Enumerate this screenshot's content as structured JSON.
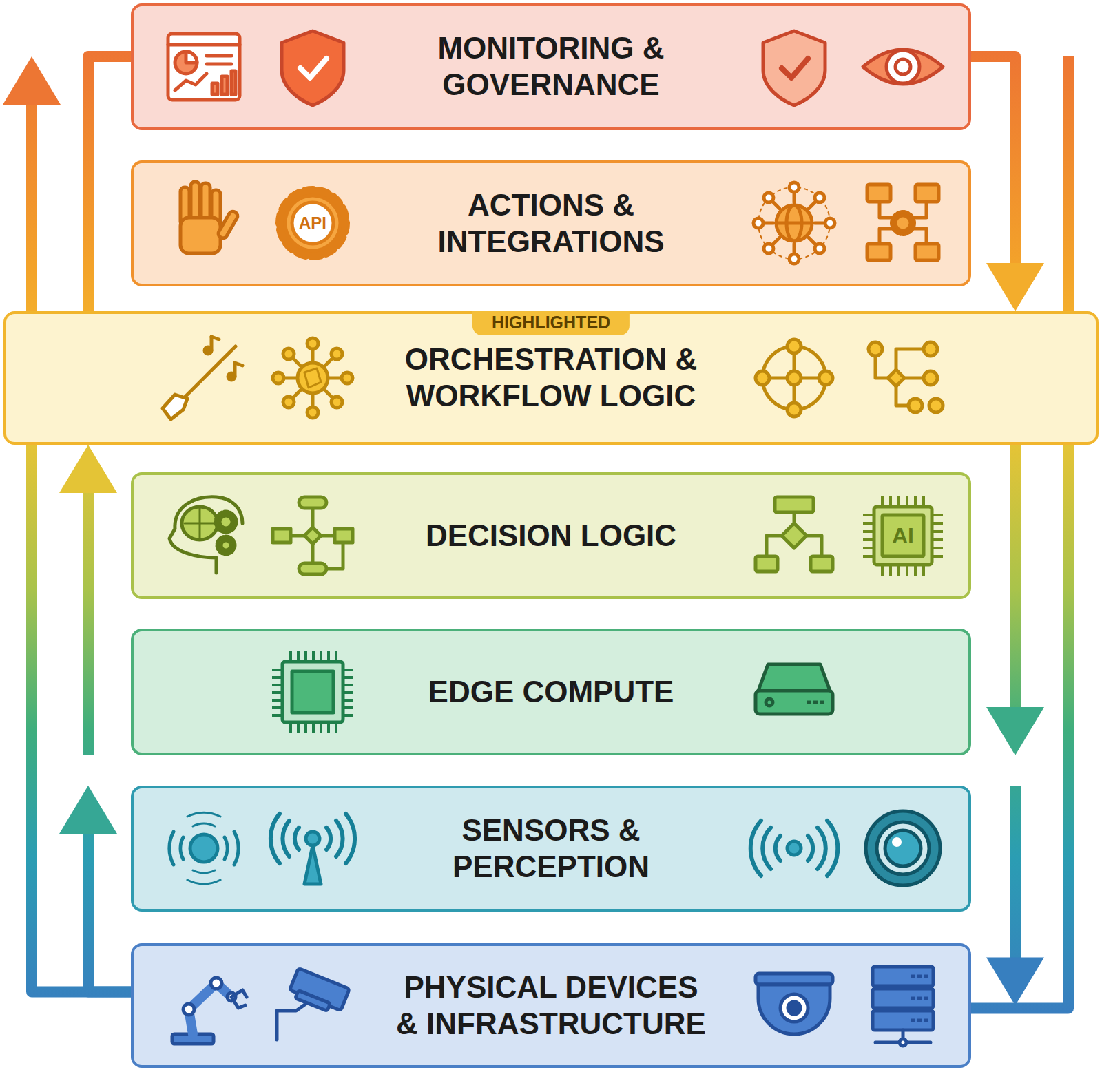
{
  "diagram": {
    "nodes": [
      {
        "text": [
          "MONITORING & GOVERNANCE"
        ]
      },
      {
        "text": [
          "ACTIONS & INTEGRATIONS"
        ]
      },
      {
        "text": [
          "ORCHESTRATION & WORKFLOW LOGIC"
        ]
      },
      {
        "text": [
          "HIGHLIGHTED"
        ],
        "in": 2
      },
      {
        "text": [
          "DECISION LOGIC"
        ]
      },
      {
        "text": [
          "EDGE COMPUTE"
        ]
      },
      {
        "text": [
          "SENSORS & PERCEPTION"
        ]
      },
      {
        "text": [
          "PHYSICAL DEVICES & INFRASTRUCTURE"
        ]
      }
    ],
    "edges": [
      {
        "from": 0,
        "to": 2,
        "arrow": "to"
      },
      {
        "from": 2,
        "to": 5,
        "arrow": "to"
      },
      {
        "from": 6,
        "to": 7,
        "arrow": "to"
      },
      {
        "from": 7,
        "to": 0,
        "arrow": "to"
      },
      {
        "from": 7,
        "to": 6,
        "arrow": "to"
      },
      {
        "from": 5,
        "to": 2,
        "arrow": "to"
      },
      {
        "from": 0,
        "to": 2,
        "arrow": "none"
      },
      {
        "from": 7,
        "to": 0,
        "arrow": "none"
      }
    ],
    "labels": [
      "API",
      "AI"
    ]
  }
}
